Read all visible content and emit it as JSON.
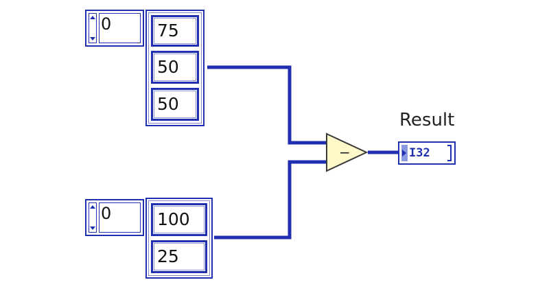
{
  "array_top": {
    "index": "0",
    "elements": [
      "75",
      "50",
      "50"
    ]
  },
  "array_bottom": {
    "index": "0",
    "elements": [
      "100",
      "25"
    ]
  },
  "subtract": {
    "symbol": "−",
    "icon": "subtract-icon"
  },
  "result": {
    "label": "Result",
    "type": "I32"
  },
  "colors": {
    "wire": "#1f2fb0",
    "node_fill": "#fff8c8"
  }
}
